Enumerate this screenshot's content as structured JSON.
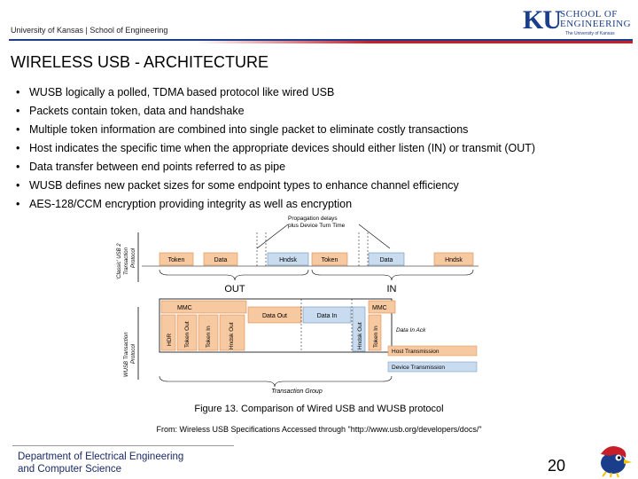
{
  "header": {
    "institution": "University of Kansas | School of Engineering",
    "logo_ku": "KU",
    "logo_line1": "SCHOOL OF",
    "logo_line2": "ENGINEERING",
    "logo_sub": "The University of Kansas"
  },
  "slide": {
    "title": "WIRELESS USB - ARCHITECTURE",
    "bullets": [
      "WUSB logically a polled, TDMA based protocol like wired USB",
      "Packets contain token, data and handshake",
      "Multiple token information are combined into single packet to eliminate costly transactions",
      "Host indicates the specific time when the appropriate devices should either listen (IN) or transmit (OUT)",
      "Data transfer between end points referred to as pipe",
      "WUSB defines new packet sizes for some endpoint types to enhance channel efficiency",
      "AES-128/CCM encryption providing integrity as well as encryption"
    ]
  },
  "diagram": {
    "classic_label_1": "'Classic' USB 2",
    "classic_label_2": "Transaction",
    "classic_label_3": "Protocol",
    "wusb_label_1": "WUSB Transaction",
    "wusb_label_2": "Protocol",
    "propagation_1": "Propagation delays",
    "propagation_2": "plus Device Turn Time",
    "top_packets": [
      "Token",
      "Data",
      "Hndsk",
      "Token",
      "Data",
      "Hndsk"
    ],
    "out_label": "OUT",
    "in_label": "IN",
    "mmc_left": "MMC",
    "mmc_right": "MMC",
    "sub_labels": [
      "HDR",
      "Token Out",
      "Token In",
      "Hndsk Out"
    ],
    "data_out": "Data Out",
    "data_in": "Data In",
    "hndsk_out_right": "Hndsk Out",
    "token_in_right": "Token In",
    "data_in_ack": "Data In Ack",
    "legend_host": "Host Transmission",
    "legend_device": "Device Transmission",
    "transaction_group": "Transaction Group",
    "colors": {
      "host": "#f7c9a0",
      "device": "#c9dcef",
      "host_stroke": "#d98a4a",
      "device_stroke": "#6f8fb5"
    }
  },
  "caption": "Figure 13. Comparison of Wired USB and WUSB protocol",
  "source": "From: Wireless USB Specifications Accessed through \"http://www.usb.org/developers/docs/\"",
  "footer": {
    "dept_line1": "Department of Electrical Engineering",
    "dept_line2": "and Computer Science",
    "page_number": "20"
  }
}
